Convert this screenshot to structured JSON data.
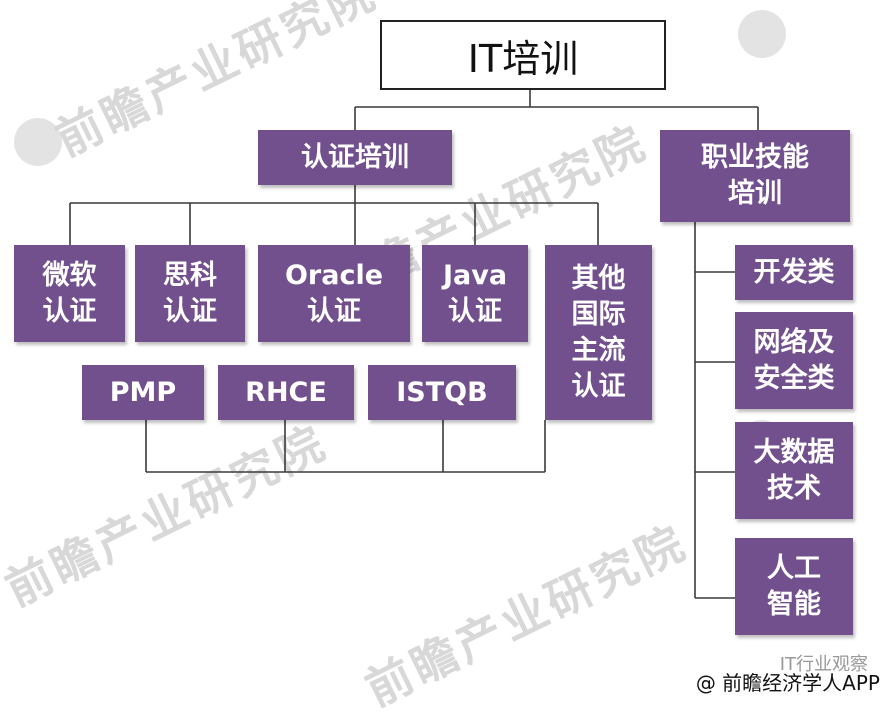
{
  "root": "IT培训",
  "cert": {
    "title": "认证培训",
    "row1": [
      "微软\n认证",
      "思科\n认证",
      "Oracle\n认证",
      "Java\n认证",
      "其他\n国际\n主流\n认证"
    ],
    "row2": [
      "PMP",
      "RHCE",
      "ISTQB"
    ]
  },
  "skill": {
    "title": "职业技能\n培训",
    "items": [
      "开发类",
      "网络及\n安全类",
      "大数据\n技术",
      "人工\n智能"
    ]
  },
  "watermark": "前瞻产业研究院",
  "footer": {
    "top": "IT行业观察",
    "bottom": "@ 前瞻经济学人APP"
  },
  "colors": {
    "box": "#72508e",
    "line": "#3a3a3a"
  }
}
